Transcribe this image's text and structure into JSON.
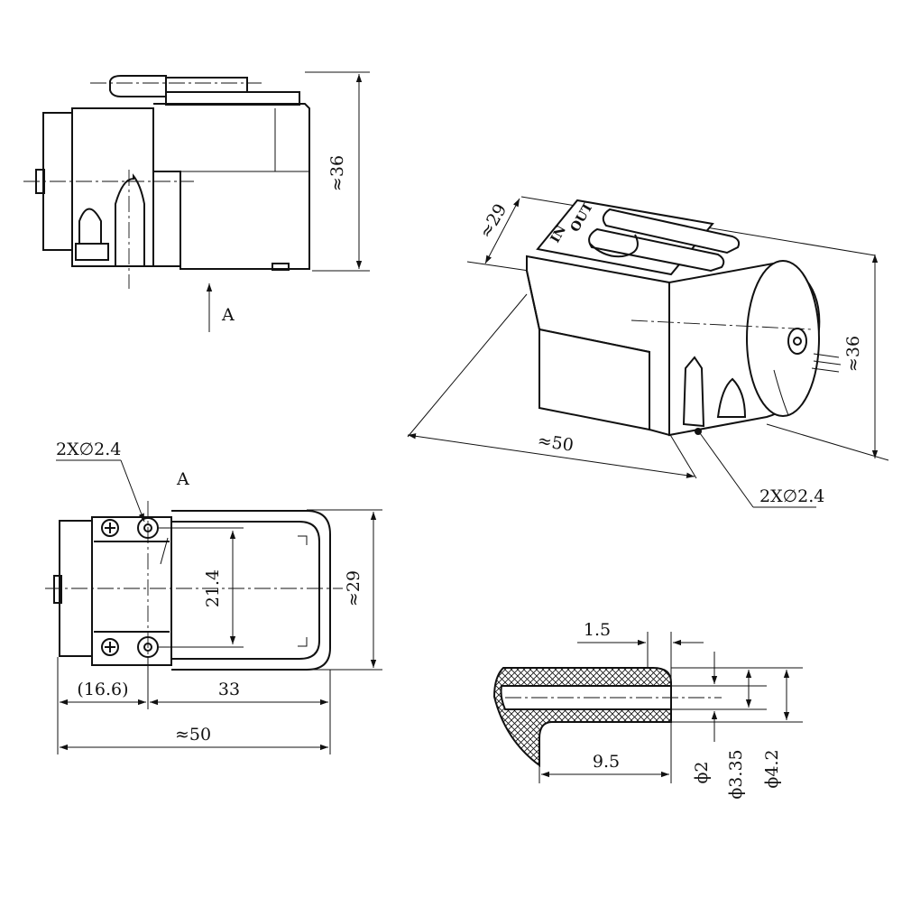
{
  "colors": {
    "ink": "#111111",
    "paper": "#ffffff"
  },
  "side_view": {
    "height_label": "≈36",
    "view_arrow_label": "A"
  },
  "iso_view": {
    "width_label": "≈29",
    "height_label": "≈36",
    "length_label": "≈50",
    "holes_label": "2X∅2.4",
    "port_in": "IN",
    "port_out": "OUT"
  },
  "bottom_view": {
    "view_label": "A",
    "holes_label": "2X∅2.4",
    "spacing_label": "21.4",
    "width_label": "≈29",
    "offset_label": "(16.6)",
    "base_label": "33",
    "length_label": "≈50"
  },
  "tube_detail": {
    "wall_label": "1.5",
    "length_label": "9.5",
    "d_inner_label": "ϕ2",
    "d_mid_label": "ϕ3.35",
    "d_outer_label": "ϕ4.2"
  }
}
